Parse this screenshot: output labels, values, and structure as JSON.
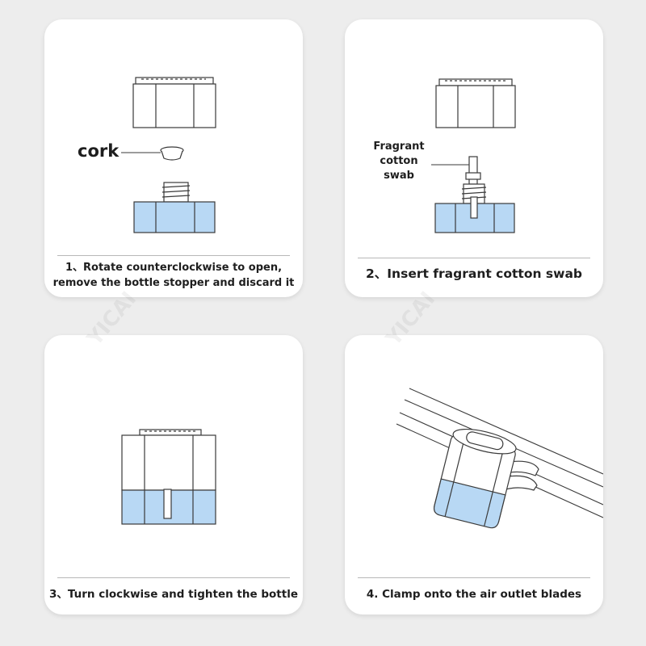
{
  "colors": {
    "background": "#ededed",
    "card": "#ffffff",
    "liquid_blue": "#b8d8f4",
    "line": "#3a3a3a"
  },
  "steps": [
    {
      "caption_line1": "1、Rotate counterclockwise to open,",
      "caption_line2": "remove the bottle stopper and discard it",
      "part_label": "cork"
    },
    {
      "caption_line1": "2、Insert fragrant cotton swab",
      "part_label_line1": "Fragrant",
      "part_label_line2": "cotton",
      "part_label_line3": "swab"
    },
    {
      "caption_line1": "3、Turn clockwise and tighten the bottle"
    },
    {
      "caption_line1": "4. Clamp onto the air outlet blades"
    }
  ],
  "watermark": "YICAI"
}
